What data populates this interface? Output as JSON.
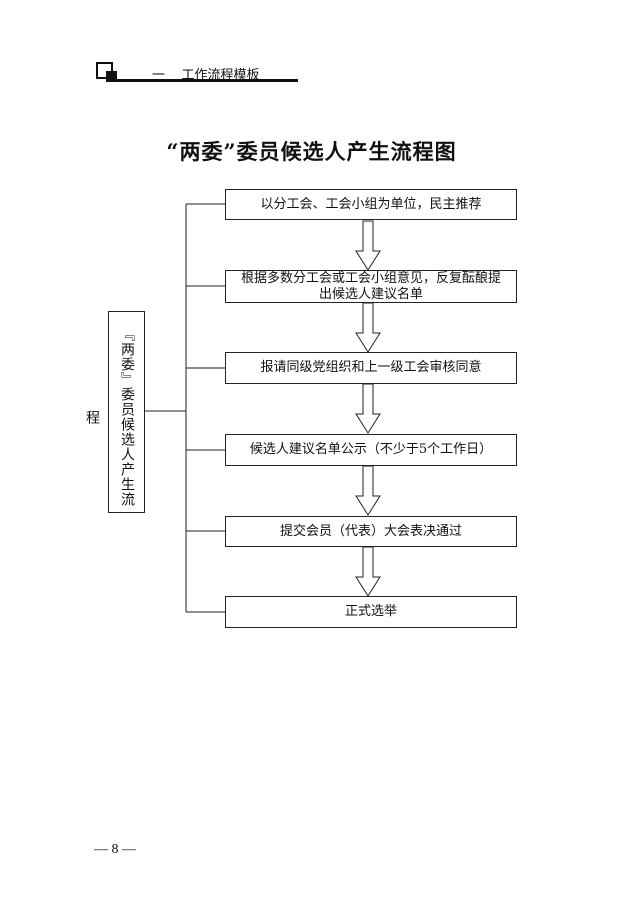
{
  "header": {
    "section_title": "一    工作流程模板"
  },
  "title": "“两委”委员候选人产生流程图",
  "side_label": "『两委』委员候选人产生流程",
  "steps": [
    {
      "text": "以分工会、工会小组为单位，民主推荐"
    },
    {
      "text": "根据多数分工会或工会小组意见，反复酝酿提出候选人建议名单"
    },
    {
      "text": "报请同级党组织和上一级工会审核同意"
    },
    {
      "text": "候选人建议名单公示（不少于5个工作日）"
    },
    {
      "text": "提交会员（代表）大会表决通过"
    },
    {
      "text": "正式选举"
    }
  ],
  "footer": {
    "page_number": "— 8 —"
  }
}
